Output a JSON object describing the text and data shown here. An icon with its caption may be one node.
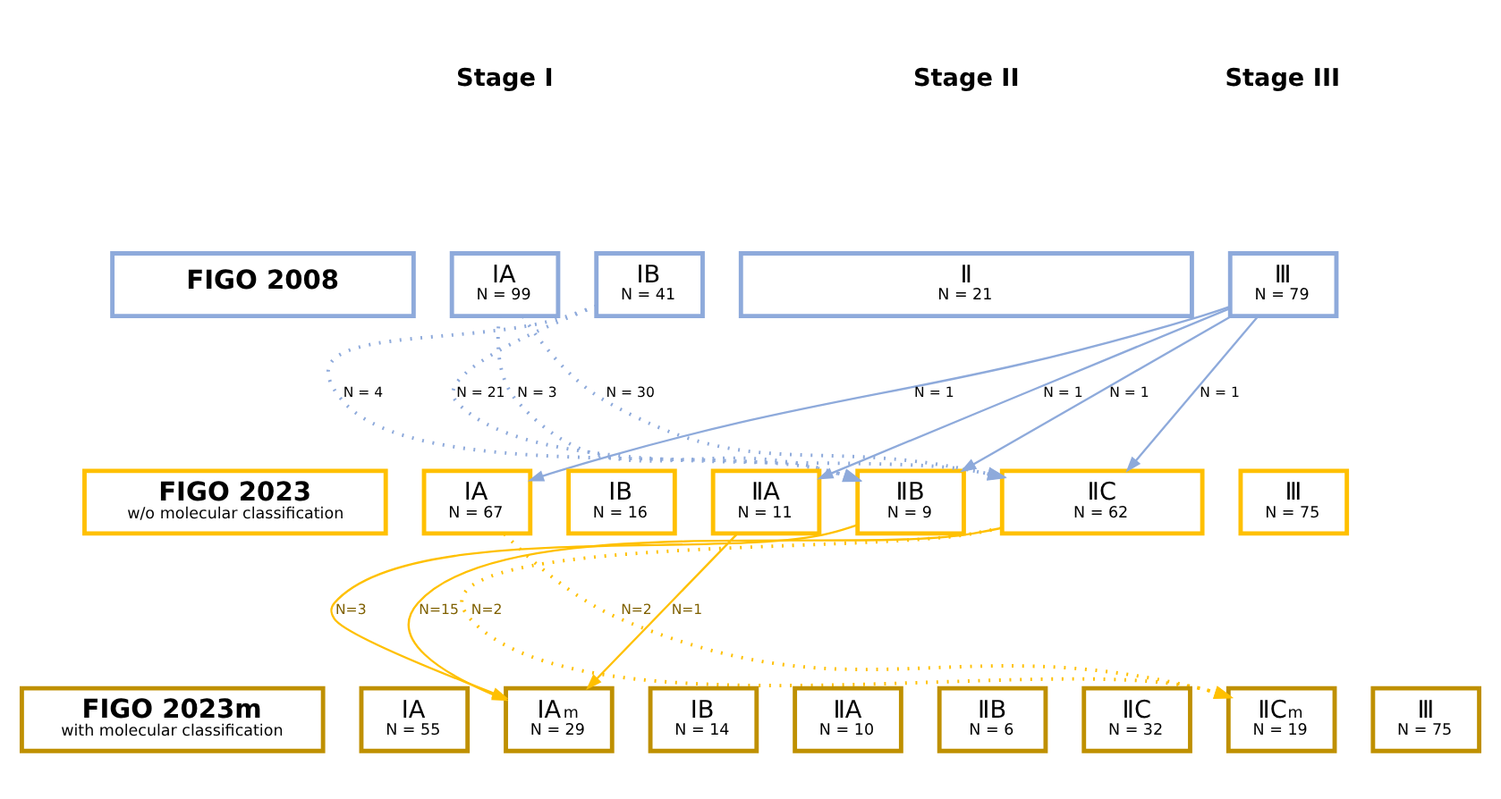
{
  "diagram": {
    "nodes": [
      {
        "text": [
          "FIGO 2008"
        ]
      },
      {
        "text": [
          "ⅠA",
          "N = 99"
        ]
      },
      {
        "text": [
          "ⅠB",
          "N = 41"
        ]
      },
      {
        "text": [
          "Ⅱ",
          "N = 21"
        ]
      },
      {
        "text": [
          "Ⅲ",
          "N = 79"
        ]
      },
      {
        "text": [
          "FIGO 2023",
          "w/o molecular classification"
        ]
      },
      {
        "text": [
          "ⅠA",
          "N = 67"
        ]
      },
      {
        "text": [
          "ⅠB",
          "N = 16"
        ]
      },
      {
        "text": [
          "ⅡA",
          "N = 11"
        ]
      },
      {
        "text": [
          "ⅡB",
          "N = 9"
        ]
      },
      {
        "text": [
          "ⅡC",
          "N = 62"
        ]
      },
      {
        "text": [
          "Ⅲ",
          "N = 75"
        ]
      },
      {
        "text": [
          "FIGO 2023m",
          "with molecular classification"
        ]
      },
      {
        "text": [
          "ⅠA",
          "N = 55"
        ]
      },
      {
        "text": [
          "ⅠA$_{m}$",
          "N = 29"
        ]
      },
      {
        "text": [
          "ⅠB",
          "N = 14"
        ]
      },
      {
        "text": [
          "ⅡA",
          "N = 10"
        ]
      },
      {
        "text": [
          "ⅡB",
          "N = 6"
        ]
      },
      {
        "text": [
          "ⅡC",
          "N = 32"
        ]
      },
      {
        "text": [
          "ⅡC$_{m}$",
          "N = 19"
        ]
      },
      {
        "text": [
          "Ⅲ",
          "N = 75"
        ]
      }
    ],
    "edges": [
      {
        "from": 1,
        "to": 9,
        "arrow": "to",
        "label": "N = 3",
        "style": "dashed"
      },
      {
        "from": 1,
        "to": 10,
        "arrow": "to",
        "label": "N = 30",
        "style": "dashed"
      },
      {
        "from": 2,
        "to": 9,
        "arrow": "to",
        "label": "N = 4",
        "style": "dashed"
      },
      {
        "from": 2,
        "to": 10,
        "arrow": "to",
        "label": "N = 21",
        "style": "dashed"
      },
      {
        "from": 4,
        "to": 6,
        "arrow": "to",
        "label": "N = 1"
      },
      {
        "from": 4,
        "to": 8,
        "arrow": "to",
        "label": "N = 1"
      },
      {
        "from": 4,
        "to": 9,
        "arrow": "to",
        "label": "N = 1"
      },
      {
        "from": 4,
        "to": 10,
        "arrow": "to",
        "label": "N = 1"
      },
      {
        "from": 8,
        "to": 14,
        "arrow": "to",
        "label": "N=1",
        "color": "#ffc000"
      },
      {
        "from": 9,
        "to": 14,
        "arrow": "to",
        "label": "N=3",
        "color": "#ffc000"
      },
      {
        "from": 10,
        "to": 14,
        "arrow": "to",
        "label": "N=15",
        "color": "#ffc000"
      },
      {
        "from": 10,
        "to": 19,
        "arrow": "to",
        "label": "N=2",
        "style": "dashed",
        "color": "#ffc000"
      },
      {
        "from": 6,
        "to": 19,
        "arrow": "to",
        "label": "N=2",
        "style": "dashed",
        "color": "#ffc000"
      }
    ],
    "labels": [
      "Stage I",
      "Stage II",
      "Stage III"
    ]
  }
}
